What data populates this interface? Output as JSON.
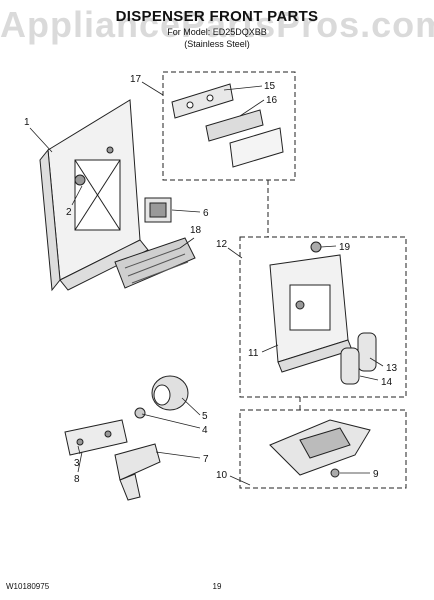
{
  "watermark": "AppliancePartsPros.com",
  "title": "DISPENSER FRONT PARTS",
  "model_line": "For Model: ED25DQXBB",
  "finish": "(Stainless Steel)",
  "footer": {
    "doc_number": "W10180975",
    "page": "19"
  },
  "callouts": [
    "1",
    "2",
    "3",
    "4",
    "5",
    "6",
    "7",
    "8",
    "9",
    "10",
    "11",
    "12",
    "13",
    "14",
    "15",
    "16",
    "17",
    "18",
    "19"
  ]
}
